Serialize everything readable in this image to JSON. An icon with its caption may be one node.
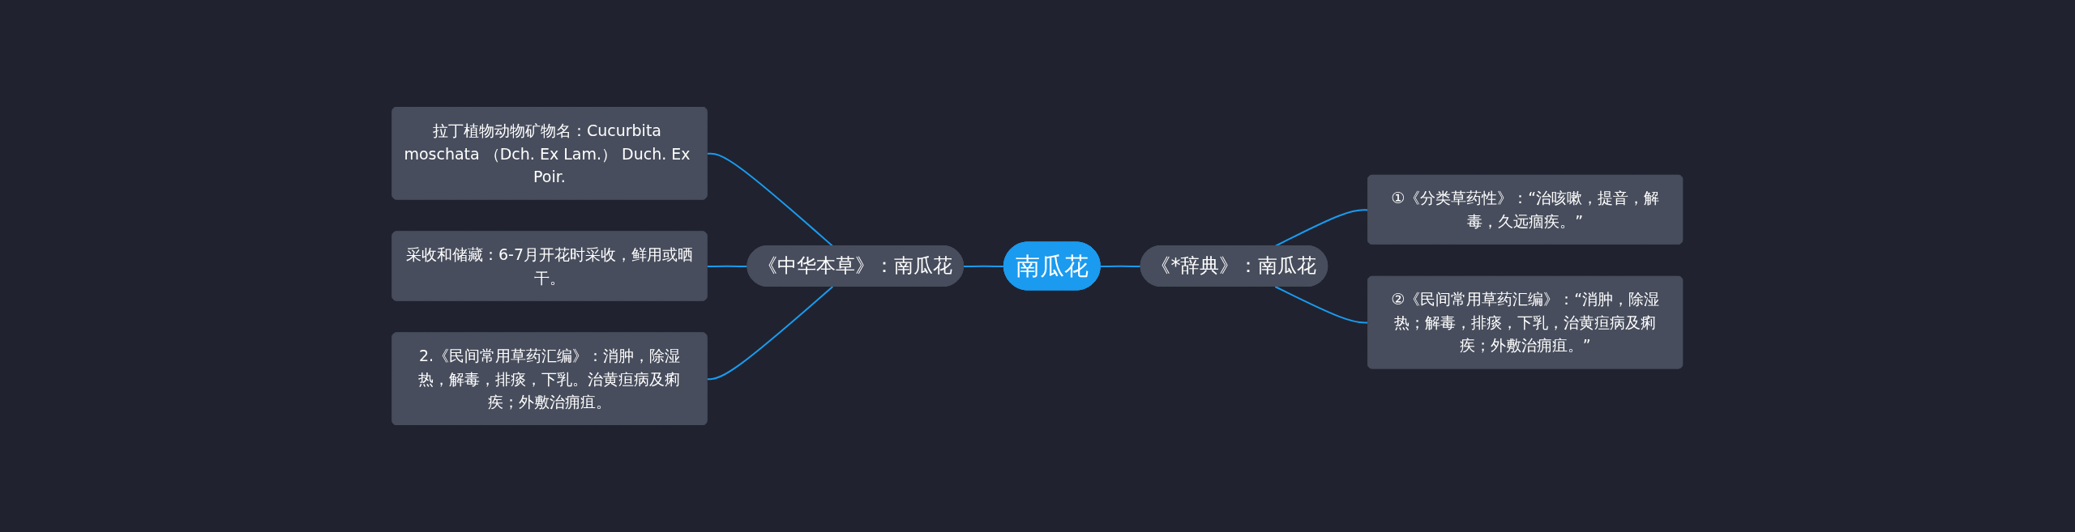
{
  "diagram": {
    "nodes": [
      {
        "text": [
          "南瓜花"
        ]
      },
      {
        "text": [
          "《中华本草》：南瓜花"
        ]
      },
      {
        "text": [
          "拉丁植物动物矿物名：Cucurbita moschata （Dch. Ex Lam.） Duch. Ex Poir."
        ]
      },
      {
        "text": [
          "采收和储藏：6-7月开花时采收，鲜用或晒干。"
        ]
      },
      {
        "text": [
          "2.《民间常用草药汇编》：消肿，除湿热，解毒，排痰，下乳。治黄疸病及痢疾；外敷治痈疽。"
        ]
      },
      {
        "text": [
          "《*辞典》：南瓜花"
        ]
      },
      {
        "text": [
          "①《分类草药性》：“治咳嗽，提音，解毒，久远痼疾。”"
        ]
      },
      {
        "text": [
          "②《民间常用草药汇编》：“消肿，除湿热；解毒，排痰，下乳，治黄疸病及痢疾；外敷治痈疽。”"
        ]
      }
    ],
    "edges": [
      {
        "from": 0,
        "to": 1,
        "arrow": "none"
      },
      {
        "from": 1,
        "to": 2,
        "arrow": "none"
      },
      {
        "from": 1,
        "to": 3,
        "arrow": "none"
      },
      {
        "from": 1,
        "to": 4,
        "arrow": "none"
      },
      {
        "from": 0,
        "to": 5,
        "arrow": "none"
      },
      {
        "from": 5,
        "to": 6,
        "arrow": "none"
      },
      {
        "from": 5,
        "to": 7,
        "arrow": "none"
      }
    ]
  }
}
